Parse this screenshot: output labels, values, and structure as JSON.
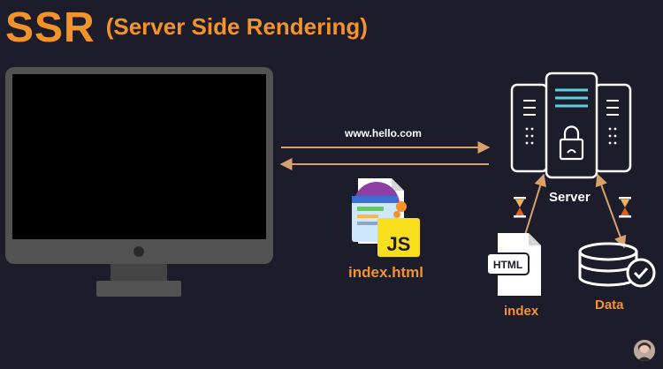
{
  "title": {
    "main": "SSR",
    "subtitle": "(Server Side Rendering)"
  },
  "labels": {
    "url": "www.hello.com",
    "server": "Server",
    "file": "index.html",
    "js_badge": "JS",
    "html_badge": "HTML",
    "index": "index",
    "data": "Data"
  },
  "colors": {
    "background": "#1d1c2b",
    "accent": "#f4932a",
    "arrow": "#d9a26c",
    "monitor": "#525252",
    "screen": "#000000",
    "js": "#f7df1e"
  },
  "icons": [
    "monitor-icon",
    "server-icon",
    "lock-icon",
    "hourglass-icon",
    "html-file-icon",
    "database-icon",
    "check-icon",
    "webpage-icon",
    "js-file-icon"
  ]
}
